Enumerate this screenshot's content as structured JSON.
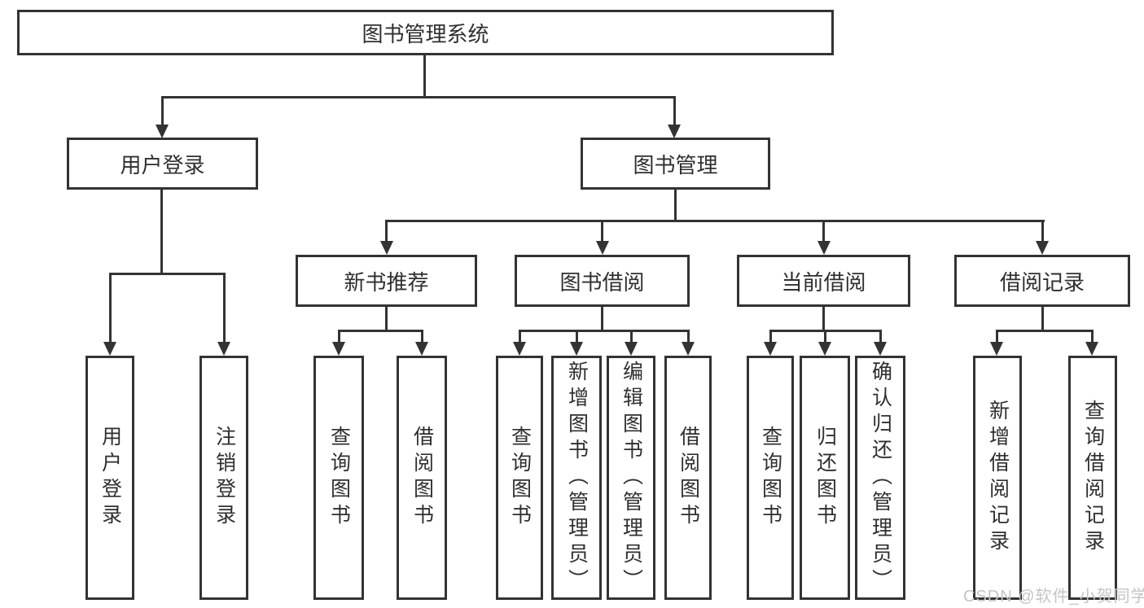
{
  "diagram": {
    "root": {
      "label": "图书管理系统"
    },
    "level2": [
      {
        "label": "用户登录"
      },
      {
        "label": "图书管理"
      }
    ],
    "level3": [
      {
        "label": "新书推荐",
        "parent": "图书管理"
      },
      {
        "label": "图书借阅",
        "parent": "图书管理"
      },
      {
        "label": "当前借阅",
        "parent": "图书管理"
      },
      {
        "label": "借阅记录",
        "parent": "图书管理"
      }
    ],
    "leaves": [
      {
        "label": "用户登录",
        "parent": "用户登录"
      },
      {
        "label": "注销登录",
        "parent": "用户登录"
      },
      {
        "label": "查询图书",
        "parent": "新书推荐"
      },
      {
        "label": "借阅图书",
        "parent": "新书推荐"
      },
      {
        "label": "查询图书",
        "parent": "图书借阅"
      },
      {
        "label": "新增图书（管理员）",
        "parent": "图书借阅"
      },
      {
        "label": "编辑图书（管理员）",
        "parent": "图书借阅"
      },
      {
        "label": "借阅图书",
        "parent": "图书借阅"
      },
      {
        "label": "查询图书",
        "parent": "当前借阅"
      },
      {
        "label": "归还图书",
        "parent": "当前借阅"
      },
      {
        "label": "确认归还（管理员）",
        "parent": "当前借阅"
      },
      {
        "label": "新增借阅记录",
        "parent": "借阅记录"
      },
      {
        "label": "查询借阅记录",
        "parent": "借阅记录"
      }
    ]
  },
  "watermark": {
    "text": "CSDN @软件_小贺同学"
  },
  "colors": {
    "line": "#333333",
    "background": "#ffffff",
    "watermark": "#c8c3c3"
  }
}
